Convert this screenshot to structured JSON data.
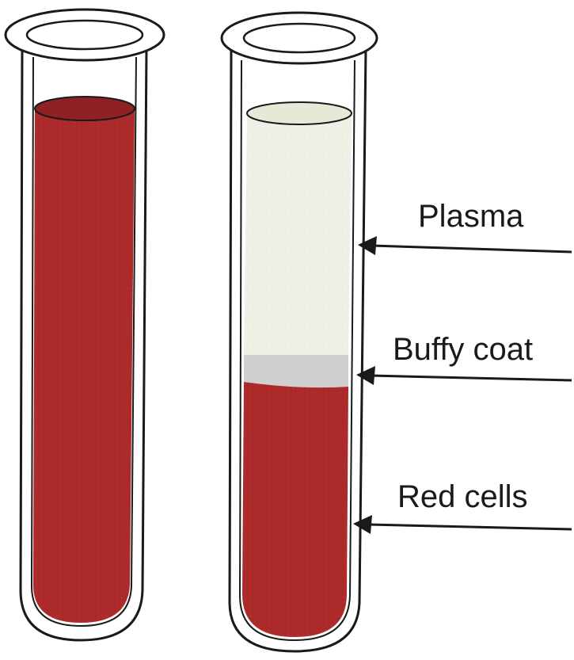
{
  "labels": {
    "plasma": "Plasma",
    "buffy_coat": "Buffy coat",
    "red_cells": "Red cells"
  },
  "colors": {
    "blood": "#ad2a2b",
    "blood_top": "#8f2125",
    "plasma": "#eff0e6",
    "buffy_coat": "#cfcfcf",
    "glass_outline": "#1a1a1a",
    "background": "#ffffff"
  },
  "tubes": [
    {
      "name": "whole-blood-tube",
      "contents": [
        "blood"
      ]
    },
    {
      "name": "separated-tube",
      "contents": [
        "plasma",
        "buffy_coat",
        "blood"
      ]
    }
  ]
}
